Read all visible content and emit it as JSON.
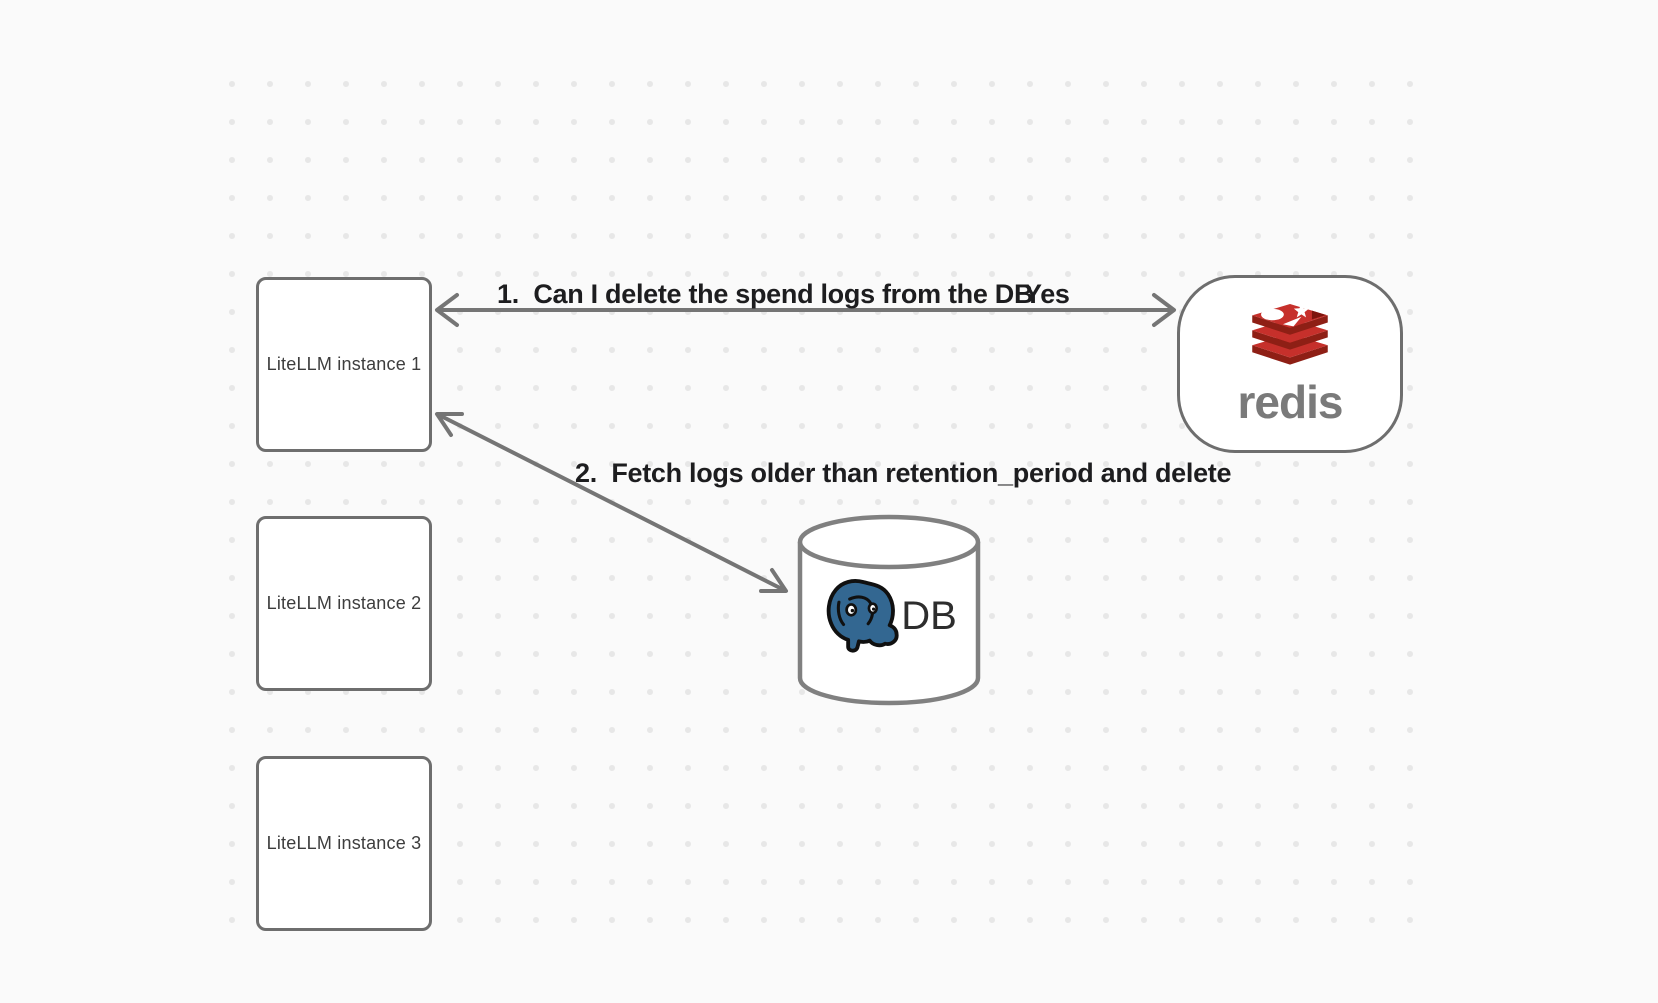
{
  "nodes": {
    "litellm1": {
      "label": "LiteLLM instance 1"
    },
    "litellm2": {
      "label": "LiteLLM instance 2"
    },
    "litellm3": {
      "label": "LiteLLM instance 3"
    },
    "redis": {
      "label": "redis"
    },
    "db": {
      "label": "DB"
    }
  },
  "edges": [
    {
      "label": "1.  Can I delete the spend logs from the DB",
      "response": "Yes",
      "from": "redis",
      "to": "litellm1",
      "bidirectional": true
    },
    {
      "label": "2.  Fetch logs older than retention_period and delete",
      "from": "litellm1",
      "to": "db",
      "bidirectional": true
    }
  ],
  "icons": {
    "redis_logo": "redis-stack-icon",
    "postgres_logo": "postgres-elephant-icon",
    "database": "database-cylinder-icon"
  },
  "colors": {
    "background": "#fafafa",
    "grid_dot": "#e7e7e7",
    "node_border": "#6e6e6e",
    "arrow": "#757575",
    "edge_label_text": "#1d1d1f",
    "node_label_text": "#3d3d3d",
    "redis_red": "#c6302b",
    "redis_dark_red": "#8e1f15",
    "redis_wordmark": "#7a7a7a",
    "postgres_blue": "#336791"
  }
}
